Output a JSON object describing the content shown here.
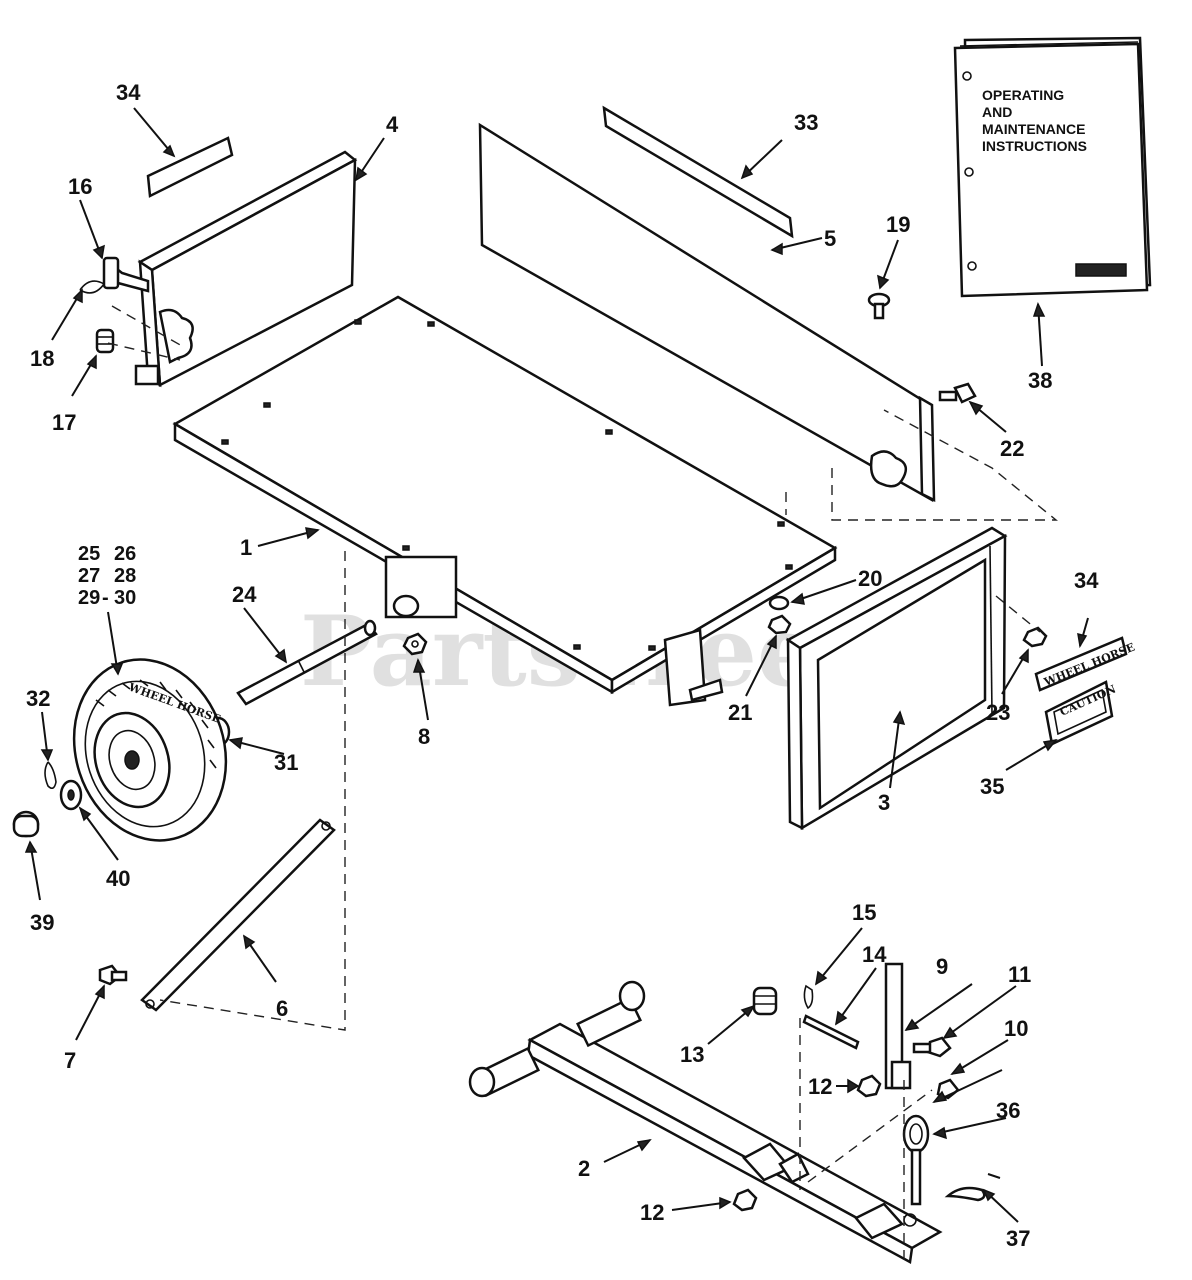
{
  "watermark": "PartsTree",
  "manual": {
    "line1": "OPERATING",
    "line2": "AND",
    "line3": "MAINTENANCE",
    "line4": "INSTRUCTIONS"
  },
  "decal_badge_text": "WHEEL HORSE",
  "caution_decal_text": "CAUTION",
  "wheel_tread_text": "WHEEL HORSE",
  "callouts": {
    "c1": "1",
    "c2": "2",
    "c3": "3",
    "c4": "4",
    "c5": "5",
    "c6": "6",
    "c7": "7",
    "c8": "8",
    "c9": "9",
    "c10": "10",
    "c11": "11",
    "c12a": "12",
    "c12b": "12",
    "c13": "13",
    "c14": "14",
    "c15": "15",
    "c16": "16",
    "c17": "17",
    "c18": "18",
    "c19": "19",
    "c20": "20",
    "c21": "21",
    "c22": "22",
    "c23": "23",
    "c24": "24",
    "c25": "25",
    "c26": "26",
    "c27": "27",
    "c28": "28",
    "c29": "29",
    "c30": "30",
    "c31": "31",
    "c32": "32",
    "c33": "33",
    "c34a": "34",
    "c34b": "34",
    "c35": "35",
    "c36": "36",
    "c37": "37",
    "c38": "38",
    "c39": "39",
    "c40": "40",
    "dash": "-"
  }
}
